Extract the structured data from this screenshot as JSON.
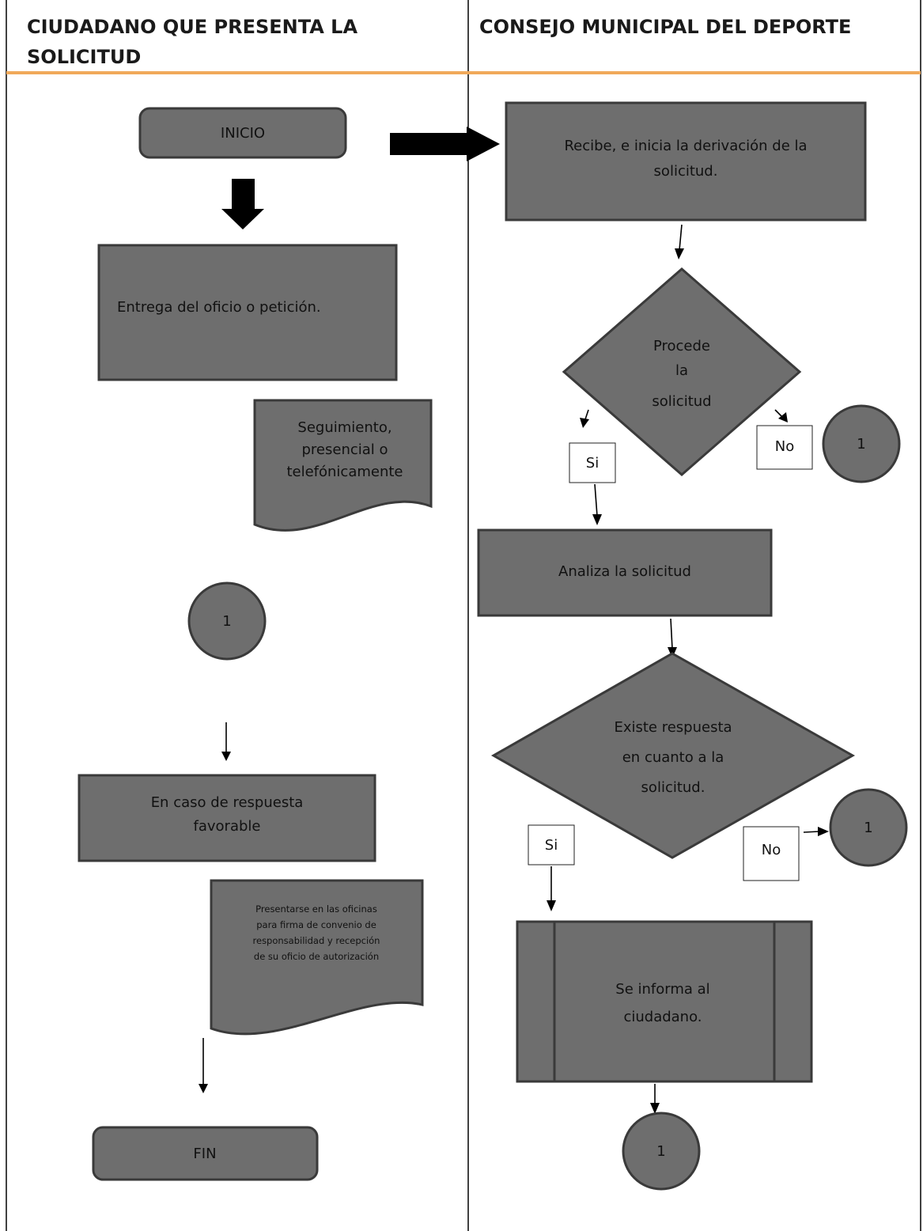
{
  "headers": {
    "left_line1": "CIUDADANO QUE PRESENTA LA",
    "left_line2": "SOLICITUD",
    "right": "CONSEJO MUNICIPAL DEL DEPORTE"
  },
  "left": {
    "inicio": "INICIO",
    "entrega": "Entrega del oficio o petición.",
    "seguimiento": [
      "Seguimiento,",
      "presencial o",
      "telefónicamente"
    ],
    "connector": "1",
    "respuesta": [
      "En caso de respuesta",
      "favorable"
    ],
    "presentarse": [
      "Presentarse en las oficinas",
      "para firma de convenio de",
      "responsabilidad y recepción",
      "de su oficio de autorización"
    ],
    "fin": "FIN"
  },
  "right": {
    "recibe": [
      "Recibe, e inicia la derivación de la",
      "solicitud."
    ],
    "procede": [
      "Procede",
      "la",
      "solicitud"
    ],
    "si1": "Si",
    "no1": "No",
    "connector1": "1",
    "analiza": "Analiza la solicitud",
    "existe": [
      "Existe respuesta",
      "en cuanto a la",
      "solicitud."
    ],
    "si2": "Si",
    "no2": "No",
    "connector2": "1",
    "informa": [
      "Se informa al",
      "ciudadano."
    ],
    "connector3": "1"
  },
  "colors": {
    "shape_fill": "#6e6e6e",
    "shape_stroke": "#3a3a3a",
    "header_rule": "#f0a95a"
  }
}
